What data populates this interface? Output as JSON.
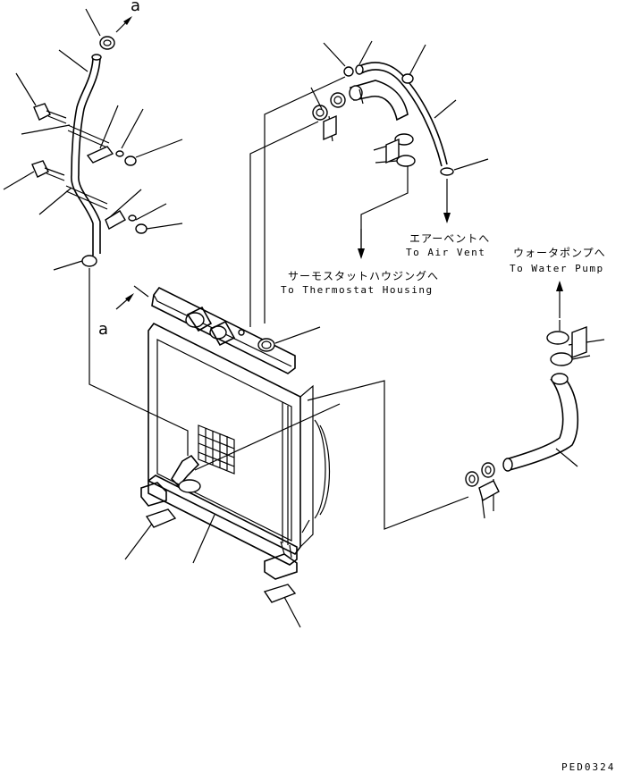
{
  "destinations": {
    "air_vent": {
      "jp": "エアーベントへ",
      "en": "To Air Vent"
    },
    "water_pump": {
      "jp": "ウォータポンプへ",
      "en": "To Water Pump"
    },
    "thermostat": {
      "jp": "サーモスタットハウジングへ",
      "en": "To Thermostat Housing"
    }
  },
  "reference_marks": {
    "top": "a",
    "left": "a"
  },
  "drawing_code": "PED0324"
}
